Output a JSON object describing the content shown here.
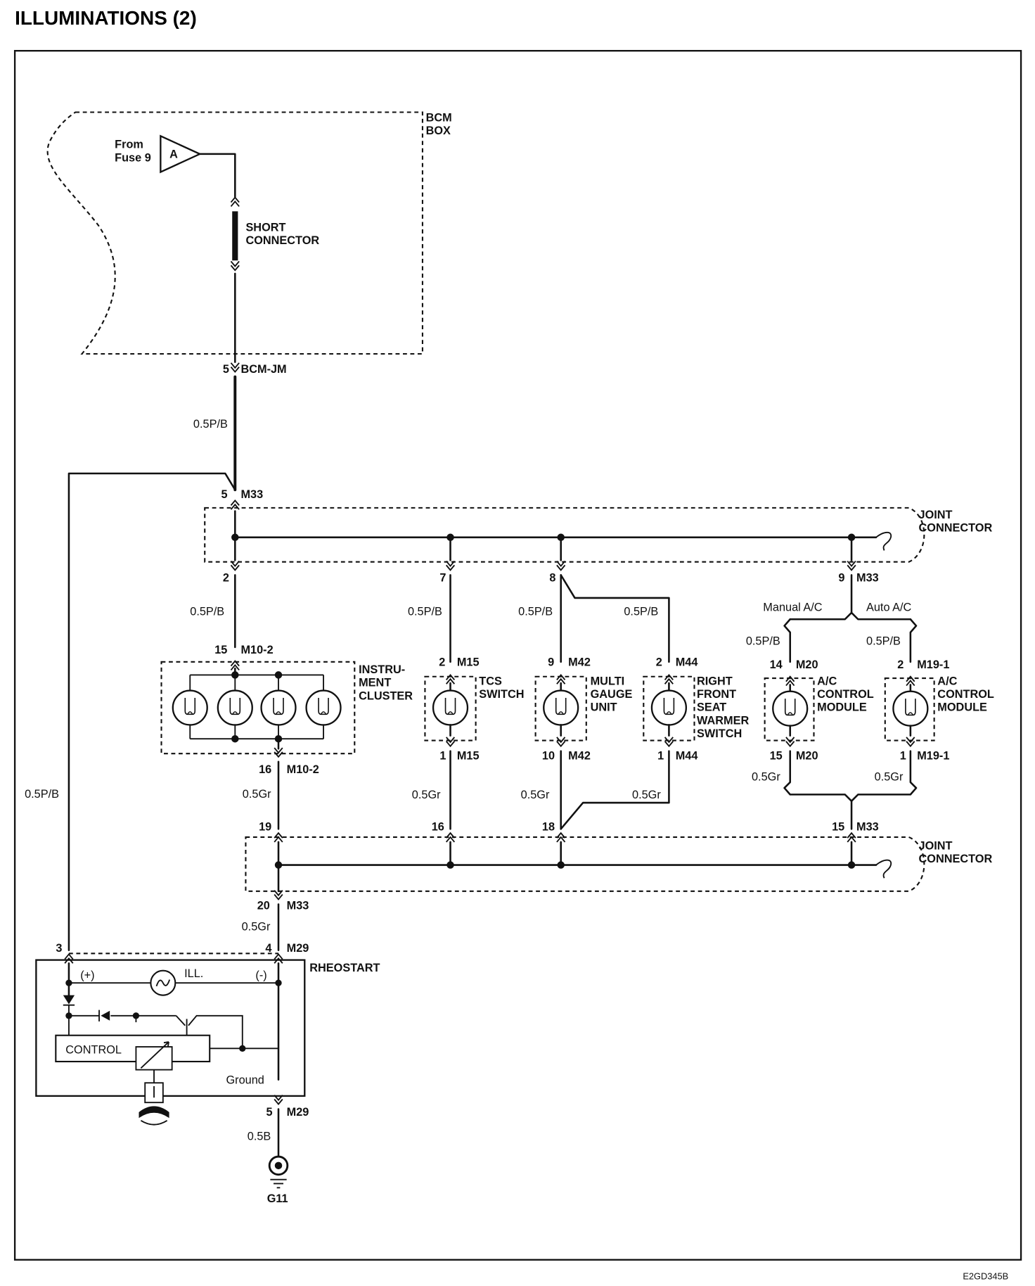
{
  "title": "ILLUMINATIONS (2)",
  "source": {
    "from": "From",
    "fuse": "Fuse 9",
    "connector_letter": "A"
  },
  "bcm": {
    "line1": "BCM",
    "line2": "BOX"
  },
  "short_connector": {
    "line1": "SHORT",
    "line2": "CONNECTOR"
  },
  "joint_connector": {
    "line1": "JOINT",
    "line2": "CONNECTOR"
  },
  "pins": {
    "bcm_jm": "5",
    "bcm_jm_label": "BCM-JM",
    "m33_5": "5",
    "m33_2": "2",
    "m33_7": "7",
    "m33_8": "8",
    "m33_9": "9",
    "m33_19": "19",
    "m33_16": "16",
    "m33_18": "18",
    "m33_15": "15",
    "m33_20": "20",
    "m33": "M33",
    "m10_2_15": "15",
    "m10_2_16": "16",
    "m10_2": "M10-2",
    "m15_2": "2",
    "m15_1": "1",
    "m15": "M15",
    "m42_9": "9",
    "m42_10": "10",
    "m42": "M42",
    "m44_2": "2",
    "m44_1": "1",
    "m44": "M44",
    "m20_14": "14",
    "m20_15": "15",
    "m20": "M20",
    "m19_2": "2",
    "m19_1": "1",
    "m19": "M19-1",
    "m29_3": "3",
    "m29_4": "4",
    "m29_5": "5",
    "m29": "M29"
  },
  "wires": {
    "pb": "0.5P/B",
    "gr": "0.5Gr",
    "b": "0.5B"
  },
  "ac_options": {
    "manual": "Manual A/C",
    "auto": "Auto A/C"
  },
  "components": {
    "cluster": [
      "INSTRU-",
      "MENT",
      "CLUSTER"
    ],
    "tcs": [
      "TCS",
      "SWITCH"
    ],
    "multi": [
      "MULTI",
      "GAUGE",
      "UNIT"
    ],
    "seat": [
      "RIGHT",
      "FRONT",
      "SEAT",
      "WARMER",
      "SWITCH"
    ],
    "ac1": [
      "A/C",
      "CONTROL",
      "MODULE"
    ],
    "ac2": [
      "A/C",
      "CONTROL",
      "MODULE"
    ]
  },
  "rheostat": {
    "name": "RHEOSTART",
    "plus": "(+)",
    "minus": "(-)",
    "ill": "ILL.",
    "control": "CONTROL",
    "ground": "Ground"
  },
  "ground": {
    "label": "G11"
  },
  "diagram_code": "E2GD345B"
}
